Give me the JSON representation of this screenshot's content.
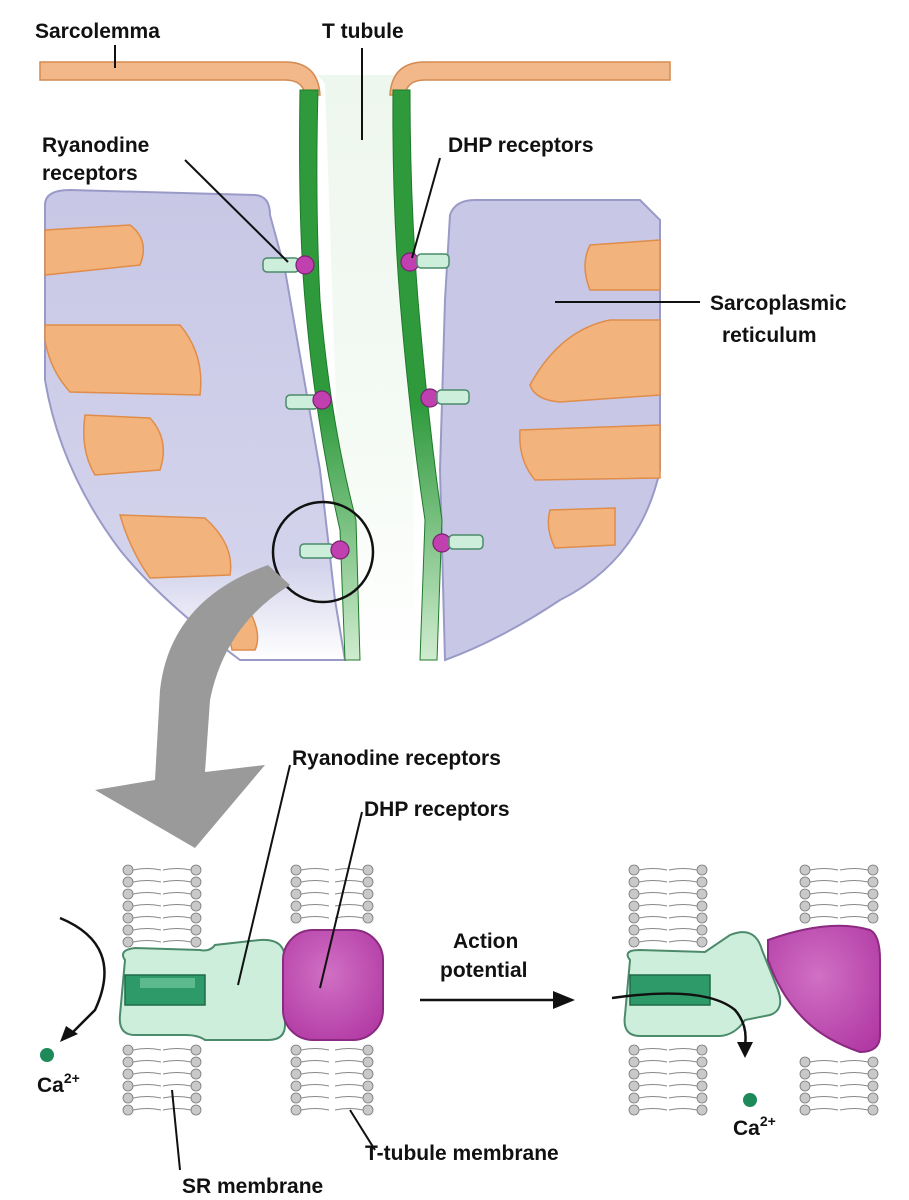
{
  "labels": {
    "sarcolemma": "Sarcolemma",
    "t_tubule": "T tubule",
    "ryanodine_top_line1": "Ryanodine",
    "ryanodine_top_line2": "receptors",
    "dhp_top": "DHP receptors",
    "sr_line1": "Sarcoplasmic",
    "sr_line2": "reticulum",
    "ryanodine_bottom": "Ryanodine receptors",
    "dhp_bottom": "DHP receptors",
    "action_line1": "Action",
    "action_line2": "potential",
    "ca_left": "Ca",
    "ca_right": "Ca",
    "ca_superscript": "2+",
    "t_tubule_membrane": "T-tubule membrane",
    "sr_membrane": "SR membrane"
  },
  "colors": {
    "sarcolemma": "#f2b88a",
    "t_tubule_membrane": "#2e9a3c",
    "sarcoplasmic_reticulum": "#c8c8e6",
    "myofibril": "#f2b47c",
    "ryanodine_receptor": "#cdeedb",
    "ryanodine_channel": "#2e9a6a",
    "dhp_receptor": "#c040b0",
    "calcium_ion": "#1e8a5a",
    "zoom_arrow": "#9a9a9a",
    "lipid_head": "#c9c9c9"
  }
}
